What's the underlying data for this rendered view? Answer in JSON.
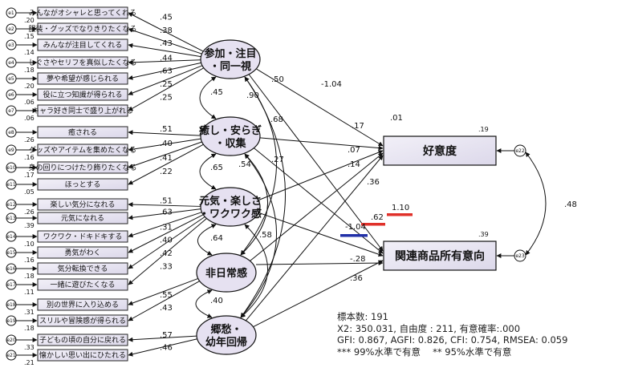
{
  "latents": [
    {
      "id": "L1",
      "line1": "参加・注目",
      "line2": "・同一視"
    },
    {
      "id": "L2",
      "line1": "癒し・安らぎ",
      "line2": "・収集"
    },
    {
      "id": "L3",
      "line1": "元気・楽しさ",
      "line2": "・ワクワク感"
    },
    {
      "id": "L4",
      "line1": "非日常感",
      "line2": ""
    },
    {
      "id": "L5",
      "line1": "郷愁・",
      "line2": "幼年回帰"
    }
  ],
  "outcomes": [
    {
      "id": "O1",
      "label": "好意度",
      "r2": ".19",
      "error": "e22"
    },
    {
      "id": "O2",
      "label": "関連商品所有意向",
      "r2": ".39",
      "error": "e23"
    }
  ],
  "indicators": [
    {
      "id": "e1",
      "label": "みんながオシャレと思ってくれる",
      "var": ".20",
      "loading": ".45",
      "latent": 0
    },
    {
      "id": "e2",
      "label": "服装・グッズでなりきりたくなる",
      "var": ".15",
      "loading": ".38",
      "latent": 0
    },
    {
      "id": "e3",
      "label": "みんなが注目してくれる",
      "var": ".14",
      "loading": ".43",
      "latent": 0
    },
    {
      "id": "e4",
      "label": "しぐさやセリフを真似したくなる",
      "var": ".18",
      "loading": ".44",
      "latent": 0
    },
    {
      "id": "e5",
      "label": "夢や希望が感じられる",
      "var": ".20",
      "loading": ".63",
      "latent": 0
    },
    {
      "id": "e6",
      "label": "役に立つ知識が得られる",
      "var": ".06",
      "loading": ".25",
      "latent": 0
    },
    {
      "id": "e7",
      "label": "キャラ好き同士で盛り上がれる",
      "var": ".06",
      "loading": ".25",
      "latent": 0
    },
    {
      "id": "e8",
      "label": "癒される",
      "var": ".26",
      "loading": ".51",
      "latent": 1
    },
    {
      "id": "e9",
      "label": "グッズやアイテムを集めたくなる",
      "var": ".16",
      "loading": ".40",
      "latent": 1
    },
    {
      "id": "e10",
      "label": "身の回りにつけたり飾りたくなる",
      "var": ".17",
      "loading": ".41",
      "latent": 1
    },
    {
      "id": "e11",
      "label": "ほっとする",
      "var": ".05",
      "loading": ".22",
      "latent": 1
    },
    {
      "id": "e12",
      "label": "楽しい気分になれる",
      "var": ".26",
      "loading": ".51",
      "latent": 2
    },
    {
      "id": "e13",
      "label": "元気になれる",
      "var": ".39",
      "loading": ".63",
      "latent": 2
    },
    {
      "id": "e14",
      "label": "ワクワク・ドキドキする",
      "var": ".10",
      "loading": ".31",
      "latent": 2
    },
    {
      "id": "e15",
      "label": "勇気がわく",
      "var": ".16",
      "loading": ".40",
      "latent": 2
    },
    {
      "id": "e16",
      "label": "気分転換できる",
      "var": ".18",
      "loading": ".42",
      "latent": 2
    },
    {
      "id": "e17",
      "label": "一緒に遊びたくなる",
      "var": ".11",
      "loading": ".33",
      "latent": 2
    },
    {
      "id": "e18",
      "label": "別の世界に入り込める",
      "var": ".31",
      "loading": ".55",
      "latent": 3
    },
    {
      "id": "e19",
      "label": "スリルや冒険感が得られる",
      "var": ".18",
      "loading": ".43",
      "latent": 3
    },
    {
      "id": "e20",
      "label": "子どもの頃の自分に戻れる",
      "var": ".33",
      "loading": ".57",
      "latent": 4
    },
    {
      "id": "e21",
      "label": "懐かしい思い出にひたれる",
      "var": ".21",
      "loading": ".46",
      "latent": 4
    }
  ],
  "latent_correlations": {
    "L1_L2": ".45",
    "L1_L4": ".90",
    "L1_L5": ".50",
    "L2_L3": ".65",
    "L2_L5": ".27",
    "L3_L4": ".64",
    "L3_L5": ".58",
    "L4_L5": ".40",
    "L2_L4": ".54"
  },
  "paths": {
    "L1_O1": ".01",
    "L2_O1": ".17",
    "L2_O2": ".68",
    "L3_O1": ".07",
    "L3_O2": ".14",
    "L4_O1": ".36",
    "L5_O1": "-.28",
    "L5_O2": ".36",
    "L4_O2": ".62",
    "L3_O2b": "1.10",
    "L1_O2": "-1.04"
  },
  "error_correlation": ".48",
  "highlight_colors": {
    "red": "#e0302a",
    "blue": "#2130a8"
  },
  "stats": {
    "line1": "標本数: 191",
    "line2": "X2: 350.031, 自由度 : 211, 有意確率:.000",
    "line3": "GFI: 0.867, AGFI: 0.826, CFI: 0.754, RMSEA: 0.059",
    "line4": "*** 99%水準で有意　 ** 95%水準で有意"
  }
}
